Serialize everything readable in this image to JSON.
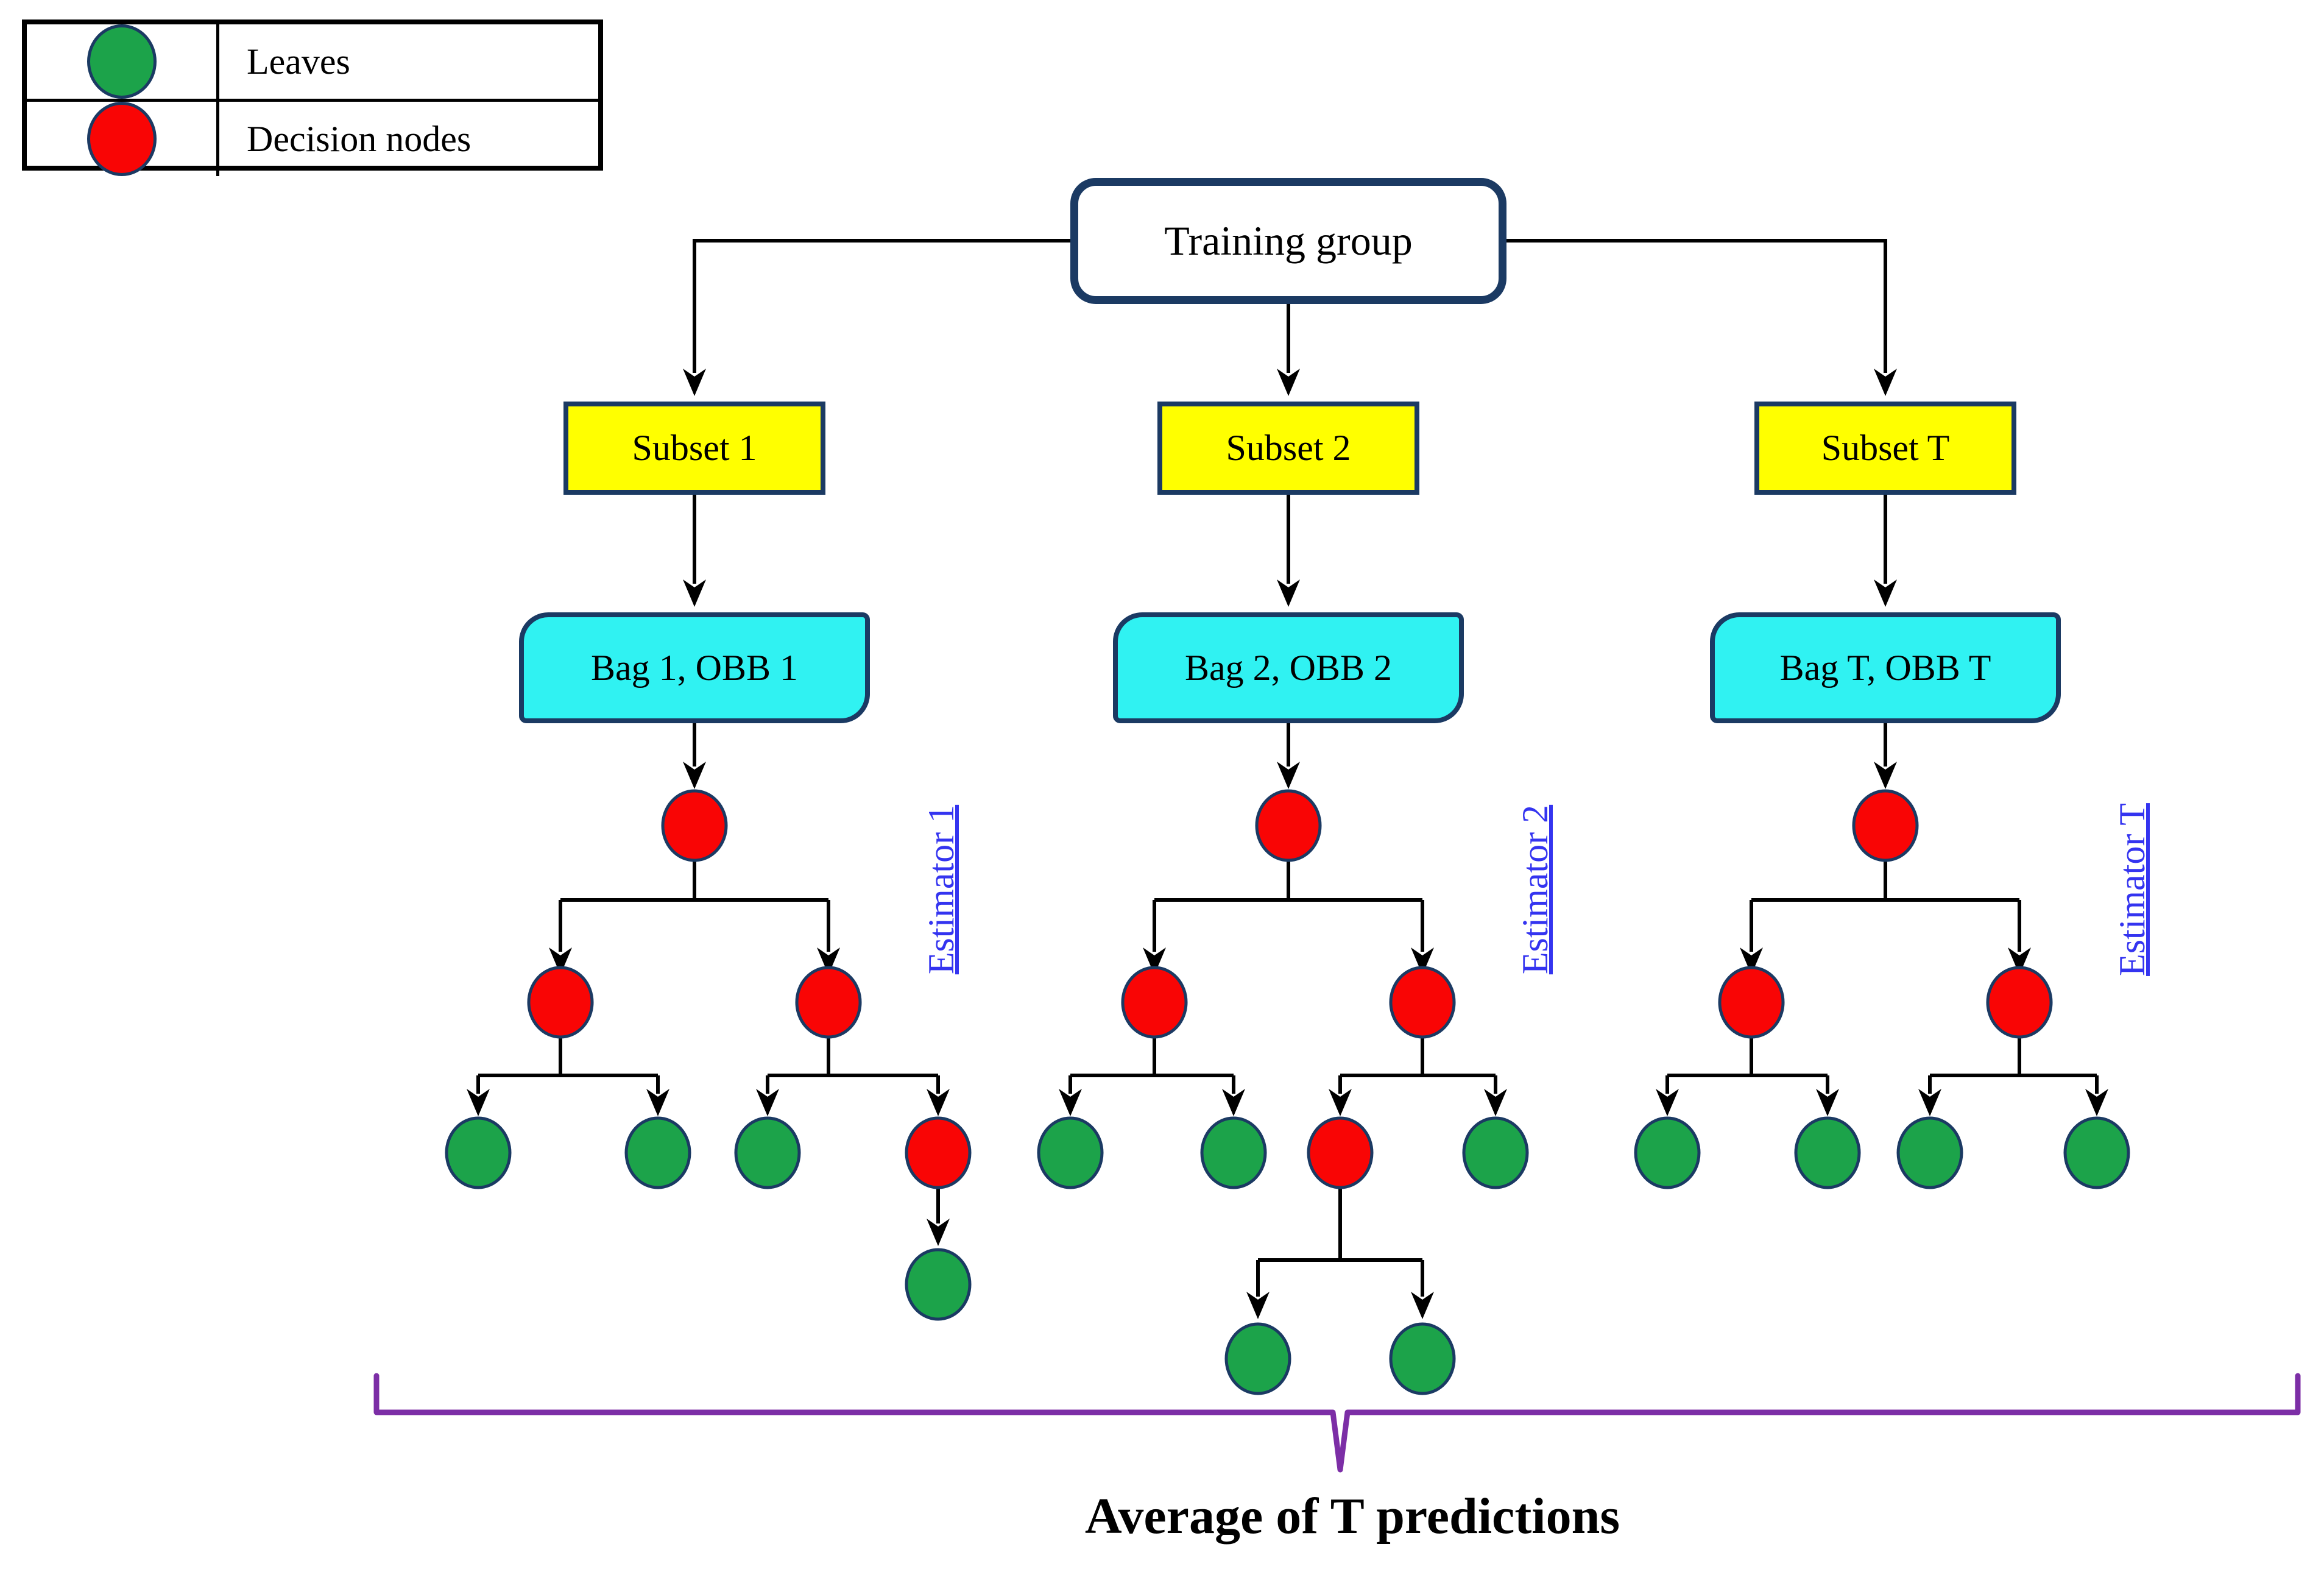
{
  "legend": {
    "items": [
      {
        "label": "Leaves",
        "swatch": "green-ellipse"
      },
      {
        "label": "Decision nodes",
        "swatch": "red-ellipse"
      }
    ]
  },
  "flow": {
    "training_label": "Training group",
    "subsets": [
      "Subset 1",
      "Subset 2",
      "Subset T"
    ],
    "bags": [
      "Bag 1, OBB 1",
      "Bag 2, OBB 2",
      "Bag T, OBB T"
    ],
    "estimators": [
      "Estimator 1",
      "Estimator 2",
      "Estimator T"
    ]
  },
  "trees": [
    {
      "estimator": "Estimator 1",
      "level3_nodes": [
        "leaf",
        "leaf",
        "leaf",
        "decision"
      ],
      "extra": "single leaf under decision node"
    },
    {
      "estimator": "Estimator 2",
      "level3_nodes": [
        "leaf",
        "leaf",
        "decision",
        "leaf"
      ],
      "extra": "two leaves under decision node"
    },
    {
      "estimator": "Estimator T",
      "level3_nodes": [
        "leaf",
        "leaf",
        "leaf",
        "leaf"
      ],
      "extra": "none"
    }
  ],
  "caption": "Average of T predictions",
  "colors": {
    "navy": "#1B3A63",
    "yellow": "#FFFF00",
    "cyan": "#30F2F2",
    "red": "#F90505",
    "green": "#1CA34A",
    "est_blue": "#3434F0",
    "purple": "#7C2EA6"
  }
}
